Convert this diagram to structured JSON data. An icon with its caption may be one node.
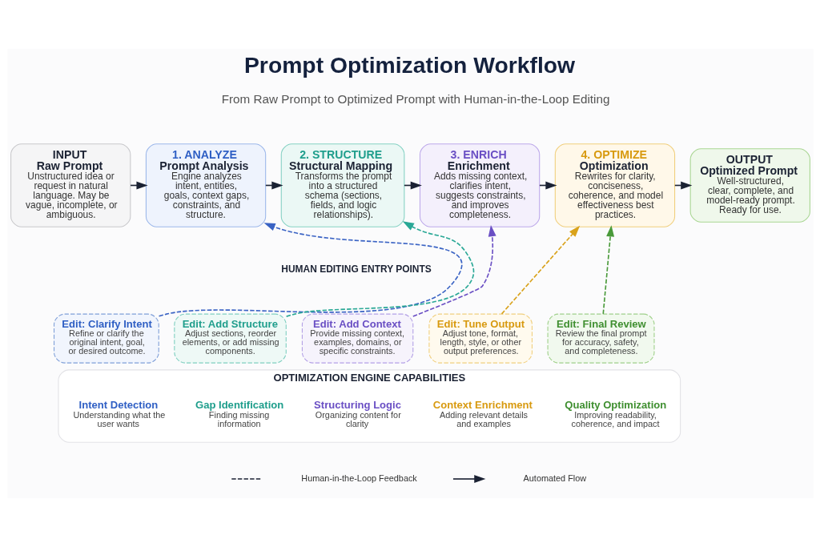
{
  "diagram": {
    "title": "Prompt Optimization Workflow",
    "nodes": [
      {
        "text": [
          "INPUT",
          "Raw Prompt",
          "Unstructured idea or request in natural language. May be vague, incomplete, or ambiguous."
        ]
      },
      {
        "text": [
          "1. ANALYZE",
          "Prompt Analysis",
          "Engine analyzes intent, entities, goals, context gaps, constraints, and structure."
        ]
      },
      {
        "text": [
          "2. STRUCTURE",
          "Structural Mapping",
          "Transforms the prompt into a structured schema (sections, fields, and logic relationships)."
        ]
      },
      {
        "text": [
          "3. ENRICH",
          "Enrichment",
          "Adds missing context, clarifies intent, suggests constraints, and improves completeness."
        ]
      },
      {
        "text": [
          "4. OPTIMIZE",
          "Optimization",
          "Rewrites for clarity, conciseness, coherence, and model effectiveness best practices."
        ]
      },
      {
        "text": [
          "OUTPUT",
          "Optimized Prompt",
          "Well-structured, clear, complete, and model-ready prompt. Ready for use."
        ]
      },
      {
        "text": [
          "Edit: Clarify Intent",
          "Refine or clarify the original intent, goal, or desired outcome."
        ]
      },
      {
        "text": [
          "Edit: Add Structure",
          "Adjust sections, reorder elements, or add missing components."
        ]
      },
      {
        "text": [
          "Edit: Add Context",
          "Provide missing context, examples, domains, or specific constraints."
        ]
      },
      {
        "text": [
          "Edit: Tune Output",
          "Adjust tone, format, length, style, or other output preferences."
        ]
      },
      {
        "text": [
          "Edit: Final Review",
          "Review the final prompt for accuracy, safety, and completeness."
        ]
      },
      {
        "text": [
          "OPTIMIZATION ENGINE CAPABILITIES"
        ]
      },
      {
        "text": [
          "Intent Detection",
          "Understanding what the user wants"
        ],
        "in": 11
      },
      {
        "text": [
          "Gap Identification",
          "Finding missing information"
        ],
        "in": 11
      },
      {
        "text": [
          "Structuring Logic",
          "Organizing content for clarity"
        ],
        "in": 11
      },
      {
        "text": [
          "Context Enrichment",
          "Adding relevant details and examples"
        ],
        "in": 11
      },
      {
        "text": [
          "Quality Optimization",
          "Improving readability, coherence, and impact"
        ],
        "in": 11
      }
    ],
    "edges": [
      {
        "from": 0,
        "to": 1,
        "arrow": "to"
      },
      {
        "from": 1,
        "to": 2,
        "arrow": "to"
      },
      {
        "from": 2,
        "to": 3,
        "arrow": "to"
      },
      {
        "from": 3,
        "to": 4,
        "arrow": "to"
      },
      {
        "from": 4,
        "to": 5,
        "arrow": "to"
      },
      {
        "from": 6,
        "to": 1,
        "arrow": "to",
        "style": "dashed",
        "color": "#3a63c4"
      },
      {
        "from": 7,
        "to": 2,
        "arrow": "to",
        "style": "dashed",
        "color": "#2aa896"
      },
      {
        "from": 8,
        "to": 3,
        "arrow": "to",
        "style": "dashed",
        "color": "#6a4fc4"
      },
      {
        "from": 9,
        "to": 4,
        "arrow": "to",
        "style": "dashed",
        "color": "#d9a21b"
      },
      {
        "from": 10,
        "to": 4,
        "arrow": "to",
        "style": "dashed",
        "color": "#4a9a3a"
      }
    ],
    "labels": [
      "From Raw Prompt to Optimized Prompt with Human-in-the-Loop Editing",
      "HUMAN EDITING ENTRY POINTS"
    ],
    "legend": [
      {
        "text": "Human-in-the-Loop Feedback"
      },
      {
        "text": "Automated Flow"
      }
    ]
  }
}
